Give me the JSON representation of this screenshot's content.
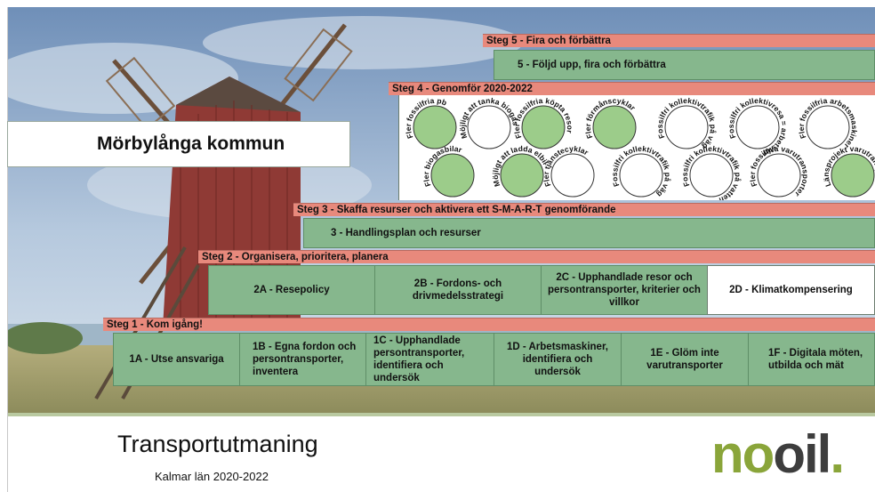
{
  "municipality": "Mörbylånga kommun",
  "steps": {
    "step1": {
      "band": "Steg 1 - Kom igång!",
      "boxes": [
        "1A - Utse ansvariga",
        "1B - Egna fordon och persontransporter, inventera",
        "1C - Upphandlade persontransporter, identifiera och undersök",
        "1D - Arbetsmaskiner, identifiera och undersök",
        "1E - Glöm inte varutransporter",
        "1F - Digitala möten, utbilda och mät"
      ]
    },
    "step2": {
      "band": "Steg 2 - Organisera, prioritera, planera",
      "boxes": [
        "2A - Resepolicy",
        "2B - Fordons- och drivmedelsstrategi",
        "2C - Upphandlade resor och persontransporter, kriterier och villkor",
        "2D - Klimatkompensering"
      ]
    },
    "step3": {
      "band": "Steg 3 - Skaffa resurser och aktivera ett S-M-A-R-T genomförande",
      "box": "3 - Handlingsplan och resurser"
    },
    "step4": {
      "band": "Steg 4 - Genomför 2020-2022",
      "circles_top": [
        "Fler fossilfria pb",
        "Möjligt att tanka biogas",
        "Fler fossilfria köpta resor",
        "Fler förmånscyklar",
        "Fossilfri kollektivtrafik på väg",
        "Fossilfri kollektivresa = arbetstid",
        "Fler fossilfria arbetsmaskiner"
      ],
      "circles_bottom": [
        "Fler biogasbilar",
        "Möjligt att ladda elbil",
        "Fler tjänstecyklar",
        "Fossilfri kollektivtrafik på väg",
        "Fossilfri kollektivtrafik på vatten",
        "Fler fossilfria varutransporter",
        "Länsprojekt varutransport"
      ],
      "filled_top": [
        true,
        false,
        true,
        true,
        false,
        false,
        false
      ],
      "filled_bottom": [
        true,
        true,
        false,
        false,
        false,
        false,
        true
      ]
    },
    "step5": {
      "band": "Steg 5 - Fira och förbättra",
      "box": "5 - Följd upp, fira och förbättra"
    }
  },
  "footer": {
    "title": "Transportutmaning",
    "subtitle": "Kalmar län 2020-2022"
  },
  "logo": {
    "no": "no",
    "oil": "oil",
    "dot": "."
  },
  "colors": {
    "band": "#e8897c",
    "green_box": "#86b78d",
    "circle_fill": "#9ccc8a",
    "logo_green": "#8aa53a",
    "logo_dark": "#3d3d3d"
  }
}
